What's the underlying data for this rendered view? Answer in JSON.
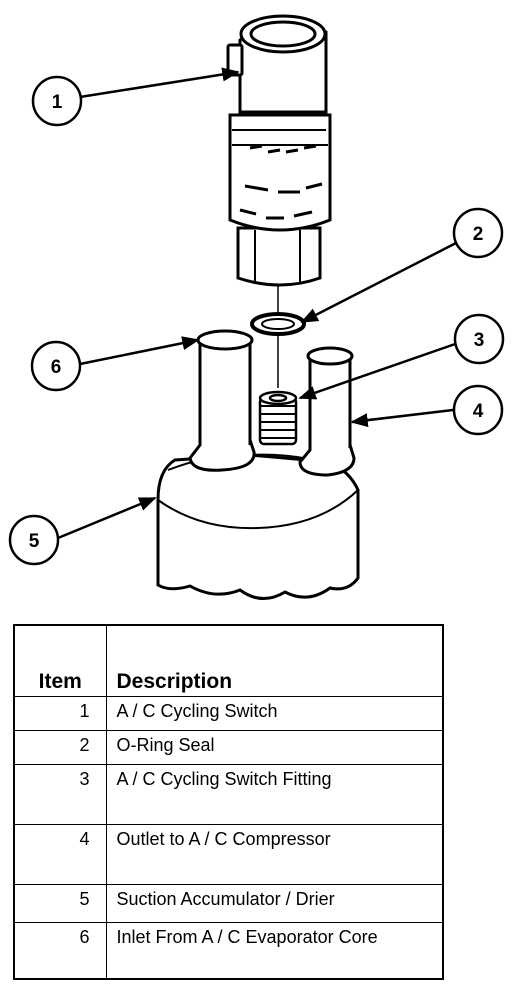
{
  "callouts": [
    "1",
    "2",
    "3",
    "4",
    "5",
    "6"
  ],
  "table": {
    "headers": {
      "item": "Item",
      "description": "Description"
    },
    "rows": [
      {
        "item": "1",
        "description": "A / C Cycling Switch"
      },
      {
        "item": "2",
        "description": "O-Ring Seal"
      },
      {
        "item": "3",
        "description": "A / C Cycling Switch Fitting"
      },
      {
        "item": "4",
        "description": "Outlet to A / C Compressor"
      },
      {
        "item": "5",
        "description": "Suction Accumulator / Drier"
      },
      {
        "item": "6",
        "description": "Inlet From A / C Evaporator Core"
      }
    ]
  }
}
